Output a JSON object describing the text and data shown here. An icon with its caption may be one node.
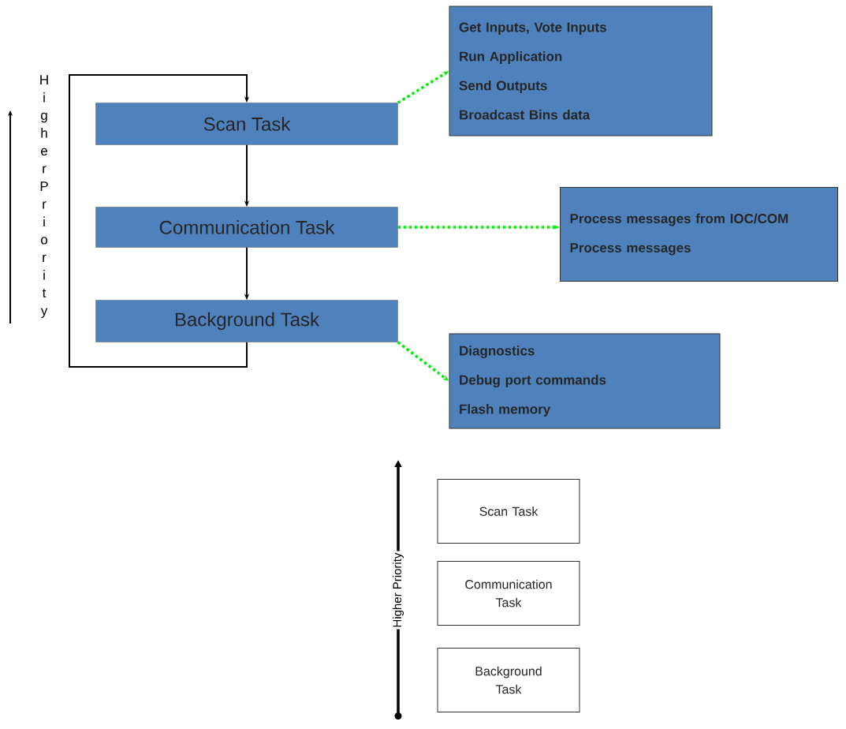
{
  "diagram": {
    "nodes": [
      {
        "text": [
          "Scan Task"
        ]
      },
      {
        "text": [
          "Communication Task"
        ]
      },
      {
        "text": [
          "Background Task"
        ]
      },
      {
        "text": [
          "Get Inputs, Vote Inputs",
          "Run Application",
          "Send Outputs",
          "Broadcast Bins data"
        ]
      },
      {
        "text": [
          "Process messages from IOC/COM",
          "Process messages"
        ]
      },
      {
        "text": [
          "Diagnostics",
          "Debug port commands",
          "Flash memory"
        ]
      },
      {
        "text": [
          "Scan Task"
        ]
      },
      {
        "text": [
          "Communication Task"
        ]
      },
      {
        "text": [
          "Background Task"
        ]
      }
    ],
    "edges": [
      {
        "from": 0,
        "to": 1,
        "arrow": "to"
      },
      {
        "from": 1,
        "to": 2,
        "arrow": "to"
      },
      {
        "from": 2,
        "to": 0,
        "arrow": "to"
      },
      {
        "from": 0,
        "to": 3,
        "arrow": "to",
        "style": "dashed",
        "color": "#00ee00"
      },
      {
        "from": 1,
        "to": 4,
        "arrow": "to",
        "style": "dashed",
        "color": "#00ee00"
      },
      {
        "from": 2,
        "to": 5,
        "arrow": "to",
        "style": "dashed",
        "color": "#00ee00"
      }
    ],
    "labels": [
      "Higher Priority",
      "Higher Priority"
    ]
  }
}
